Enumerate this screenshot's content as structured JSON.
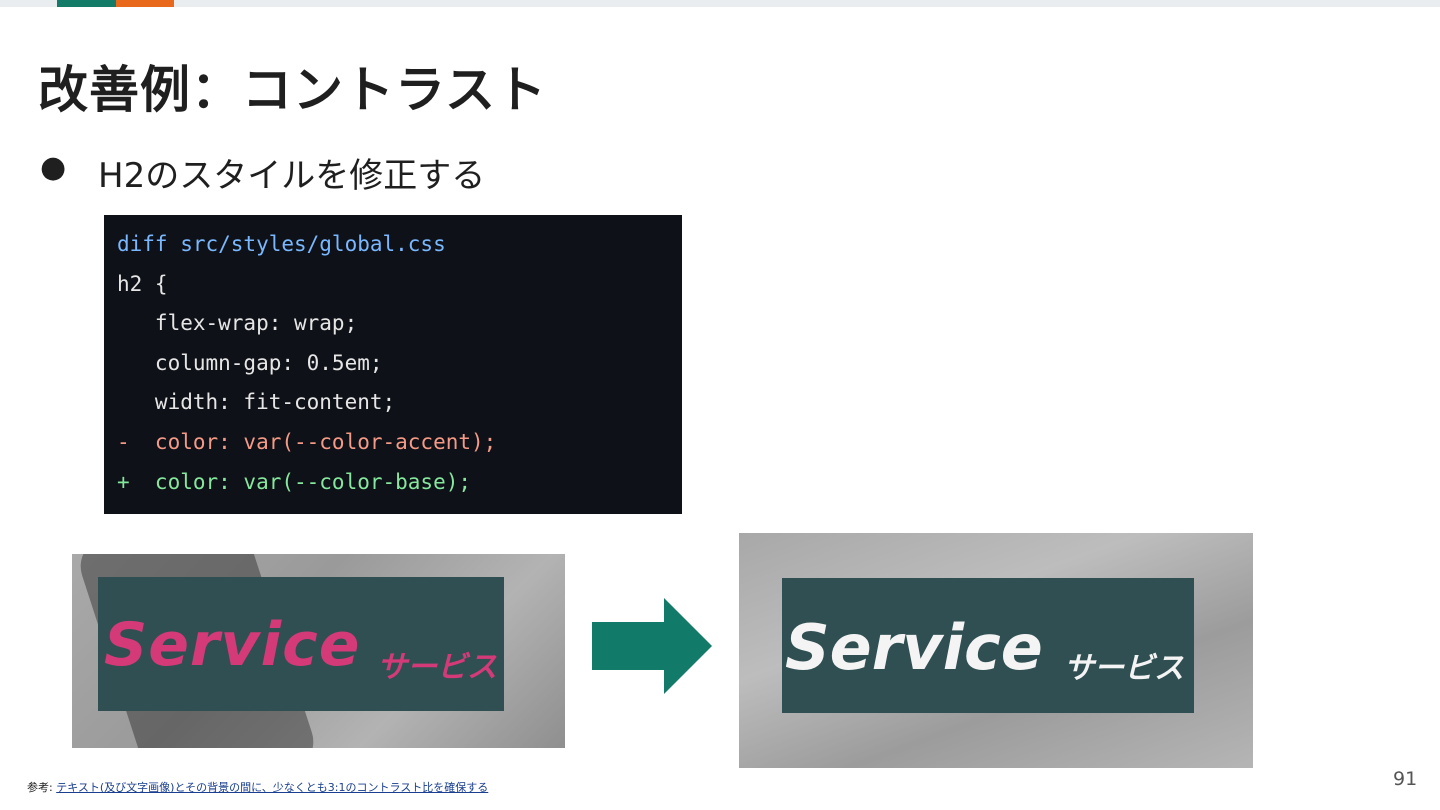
{
  "slide": {
    "title": "改善例：コントラスト",
    "bullet_marker": "●",
    "bullet_text": "H2のスタイルを修正する",
    "page_number": "91"
  },
  "code": {
    "lines": [
      {
        "text": "diff src/styles/global.css",
        "kind": "file"
      },
      {
        "text": "h2 {",
        "kind": "plain"
      },
      {
        "text": "   flex-wrap: wrap;",
        "kind": "plain"
      },
      {
        "text": "   column-gap: 0.5em;",
        "kind": "plain"
      },
      {
        "text": "   width: fit-content;",
        "kind": "plain"
      },
      {
        "text": "-  color: var(--color-accent);",
        "kind": "del"
      },
      {
        "text": "+  color: var(--color-base);",
        "kind": "add"
      }
    ]
  },
  "before_image": {
    "word": "Service",
    "kana": "サービス",
    "text_color": "#d43a78",
    "panel_color": "#2f4f52"
  },
  "after_image": {
    "word": "Service",
    "kana": "サービス",
    "text_color": "#f4f4f4",
    "panel_color": "#2f4f52"
  },
  "arrow": {
    "icon": "arrow-right-icon",
    "color": "#117a68"
  },
  "reference": {
    "prefix": "参考: ",
    "link_text": "テキスト(及び文字画像)とその背景の間に、少なくとも3:1のコントラスト比を確保する"
  },
  "colors": {
    "top_bar_green": "#137b68",
    "top_bar_orange": "#e8691c",
    "code_background": "#0e1117"
  }
}
